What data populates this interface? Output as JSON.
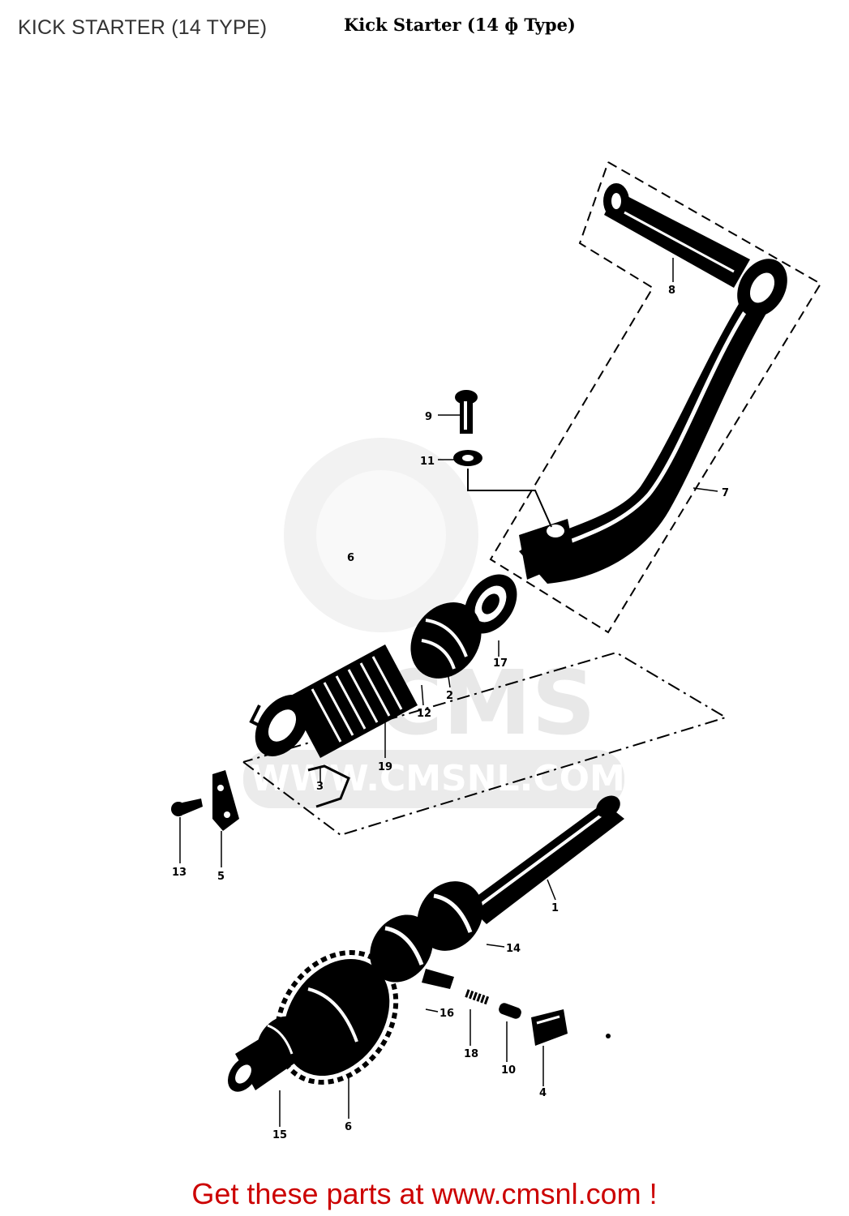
{
  "header": {
    "title": "KICK STARTER (14 TYPE)"
  },
  "diagram": {
    "title": "Kick Starter (14 ɸ Type)",
    "callouts": [
      "8",
      "9",
      "11",
      "7",
      "6",
      "17",
      "2",
      "12",
      "19",
      "3",
      "13",
      "5",
      "1",
      "14",
      "16",
      "18",
      "10",
      "4",
      "15",
      "6"
    ]
  },
  "watermark": {
    "brand": "CMS",
    "url": "WWW.CMSNL.COM"
  },
  "footer": {
    "link_text": "Get these parts at www.cmsnl.com !",
    "link_color": "#cc0000"
  }
}
